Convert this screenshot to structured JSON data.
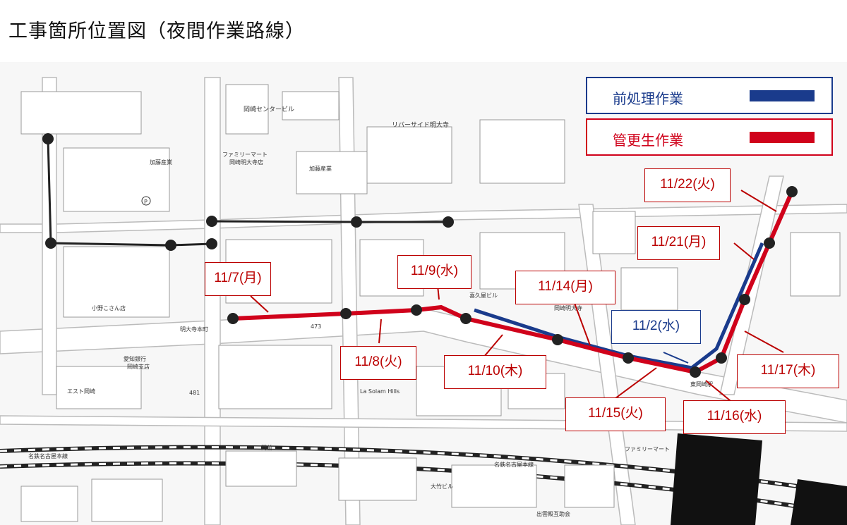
{
  "title": "工事箇所位置図（夜間作業路線）",
  "legend": {
    "items": [
      {
        "label": "前処理作業",
        "color": "#1a3b8c"
      },
      {
        "label": "管更生作業",
        "color": "#d0021b"
      }
    ]
  },
  "route_dates": {
    "d1": "11/7(月)",
    "d2": "11/8(火)",
    "d3": "11/9(水)",
    "d4": "11/10(木)",
    "d5": "11/14(月)",
    "d6": "11/15(火)",
    "d7": "11/16(水)",
    "d8": "11/17(木)",
    "d9": "11/21(月)",
    "d10": "11/22(火)",
    "d11": "11/2(水)"
  },
  "map_labels": {
    "center_building": "岡崎センタービル",
    "riverside": "リバーサイド明大寺",
    "familymart": "ファミリーマート",
    "familymart_branch": "岡崎明大寺店",
    "kato_1": "加藤産業",
    "kato_2": "加藤産業",
    "onosan": "小野こさん店",
    "aichi_bank": "愛知銀行",
    "aichi_branch": "岡崎支店",
    "est": "エスト岡崎",
    "lasolam": "La Solam Hills",
    "monzen": "門前",
    "meitetsu_line_1": "名鉄名古屋本線",
    "meitetsu_line_2": "名鉄名古屋本線",
    "higashi_okazaki": "東岡崎駅",
    "sakuga": "喜久屋ビル",
    "okazaki_myodaiji": "岡崎明大寺",
    "bus_stop": "明大寺本町",
    "route_473": "473",
    "route_481": "481",
    "otake": "大竹ビル",
    "izumo": "出雲殿互助会",
    "station_building": "ファミリーマート",
    "parking": "P"
  }
}
